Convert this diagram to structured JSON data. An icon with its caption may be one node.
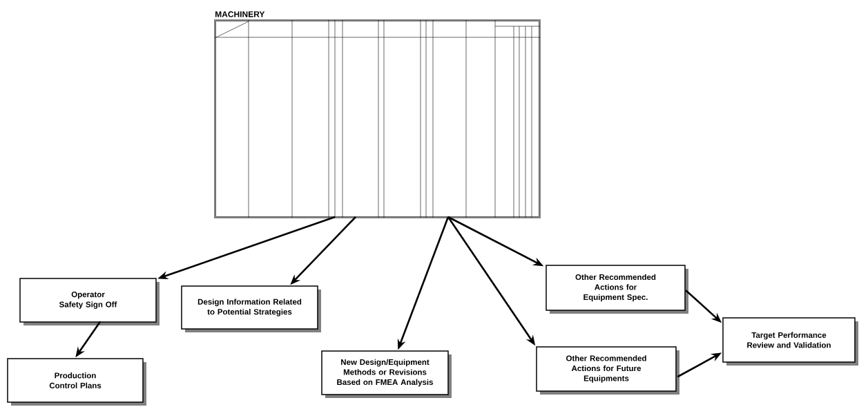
{
  "diagram": {
    "nodes": [
      {
        "text": [
          "MACHINERY"
        ]
      },
      {
        "text": [
          "Operator Safety Sign Off"
        ]
      },
      {
        "text": [
          "Design Information Related to Potential Strategies"
        ]
      },
      {
        "text": [
          "Production Control Plans"
        ]
      },
      {
        "text": [
          "New Design/Equipment Methods or Revisions Based on FMEA Analysis"
        ]
      },
      {
        "text": [
          "Other Recommended Actions for Equipment Spec."
        ]
      },
      {
        "text": [
          "Other Recommended Actions for Future Equipments"
        ]
      },
      {
        "text": [
          "Target Performance Review and Validation"
        ]
      }
    ],
    "edges": [
      {
        "from": 0,
        "to": 1,
        "arrow": "to"
      },
      {
        "from": 0,
        "to": 2,
        "arrow": "to"
      },
      {
        "from": 0,
        "to": 4,
        "arrow": "to"
      },
      {
        "from": 0,
        "to": 5,
        "arrow": "to"
      },
      {
        "from": 0,
        "to": 6,
        "arrow": "to"
      },
      {
        "from": 1,
        "to": 3,
        "arrow": "to"
      },
      {
        "from": 5,
        "to": 7,
        "arrow": "to"
      },
      {
        "from": 6,
        "to": 7,
        "arrow": "to"
      }
    ]
  }
}
